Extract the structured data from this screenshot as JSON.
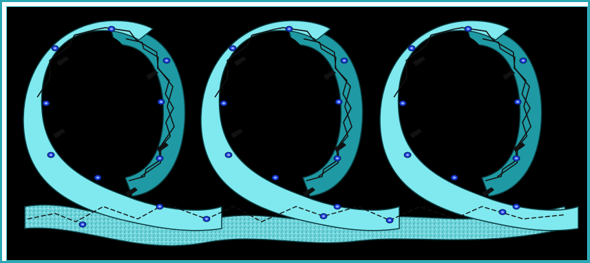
{
  "figure": {
    "background_color": "#000000",
    "frame_color": "#2aa7b3",
    "ribbon_front_color": "#7fe9ef",
    "ribbon_back_color": "#1f9aa4",
    "ribbon_edge_color": "#0b3b40",
    "bond_color": "#111111",
    "oxygen_marker_color": "#1a3fd6",
    "loops": [
      "turn-1",
      "turn-2",
      "turn-3"
    ]
  }
}
